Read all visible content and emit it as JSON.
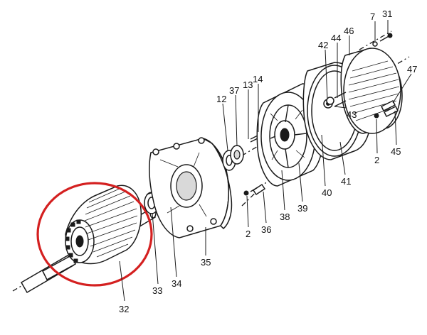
{
  "diagram": {
    "type": "exploded-parts-view",
    "highlight_color": "#d42020",
    "highlighted_part": "32",
    "callouts": [
      "7",
      "31",
      "46",
      "42",
      "44",
      "14",
      "13",
      "37",
      "12",
      "47",
      "43",
      "2",
      "45",
      "40",
      "41",
      "39",
      "38",
      "2",
      "36",
      "35",
      "34",
      "33",
      "32"
    ]
  }
}
